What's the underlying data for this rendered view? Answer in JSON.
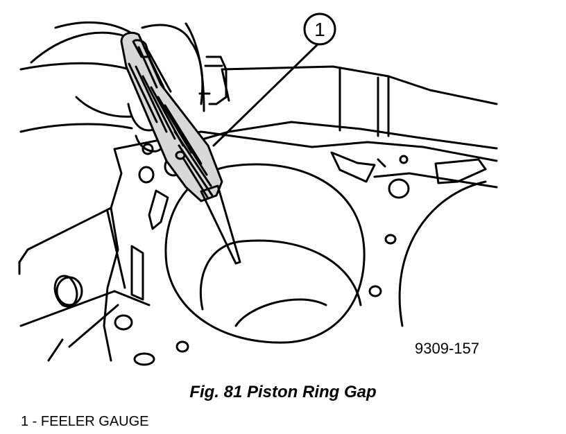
{
  "figure": {
    "callout_number": "1",
    "figure_code": "9309-157",
    "caption": "Fig. 81 Piston Ring Gap",
    "legend_items": [
      "1 - FEELER GAUGE"
    ]
  },
  "colors": {
    "ink": "#000000",
    "paper": "#ffffff"
  }
}
